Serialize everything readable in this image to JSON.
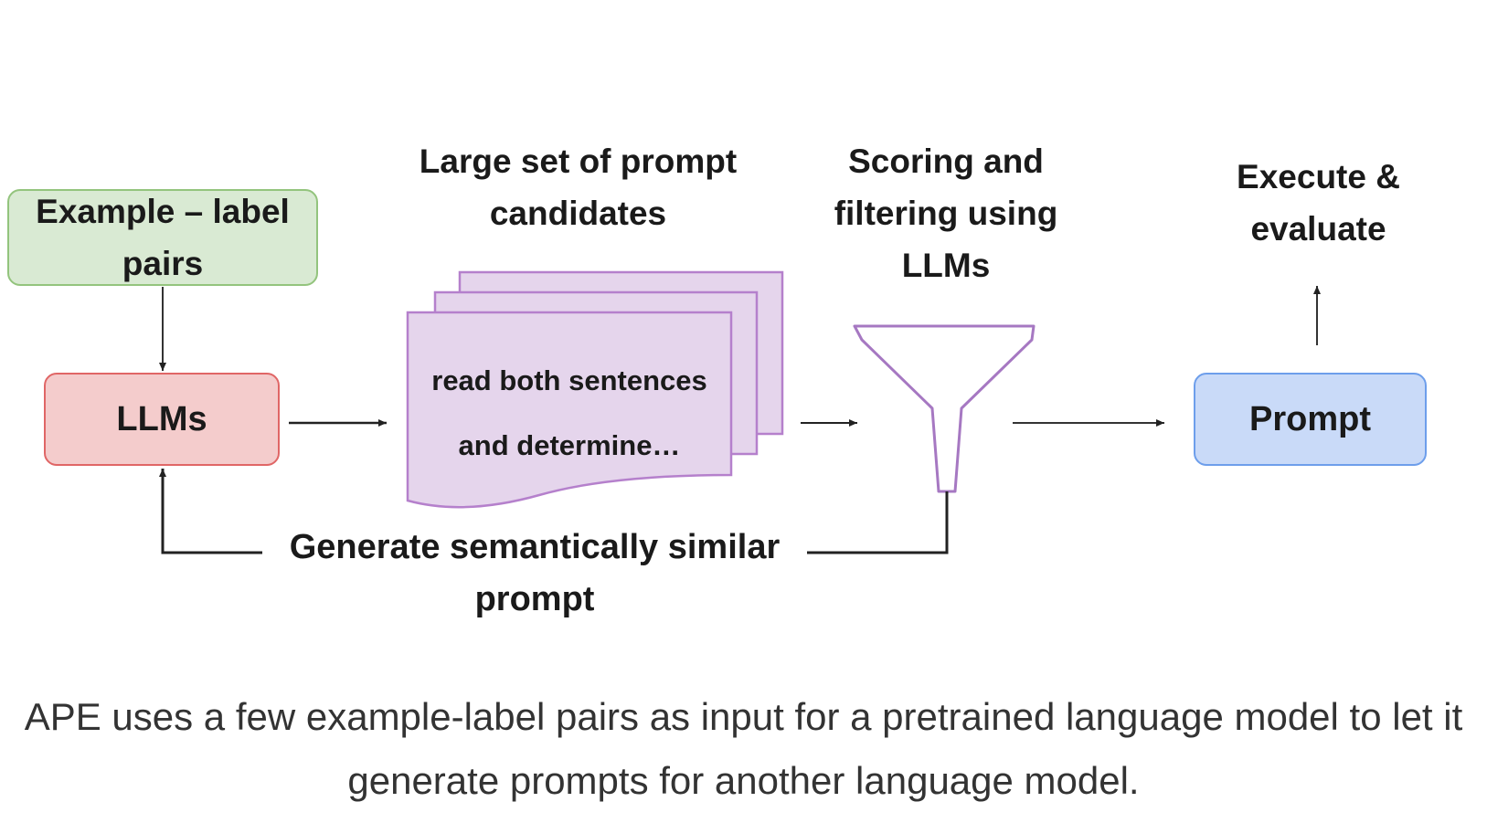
{
  "nodes": {
    "examples": "Example – label pairs",
    "llms": "LLMs",
    "prompt": "Prompt"
  },
  "stages": {
    "candidates_heading": "Large set of prompt candidates",
    "candidate_text": "read both sentences and determine…",
    "scoring_heading": "Scoring and filtering using LLMs",
    "evaluate_heading": "Execute & evaluate"
  },
  "feedback": {
    "label": "Generate semantically similar prompt"
  },
  "caption": "APE uses a few example-label pairs as input for a pretrained language model to let it generate prompts for another language model.",
  "colors": {
    "examples_fill": "#d9ead3",
    "examples_border": "#93c47d",
    "llms_fill": "#f4cccc",
    "llms_border": "#e06666",
    "prompt_fill": "#c9daf8",
    "prompt_border": "#6d9eeb",
    "document_fill": "#e5d5ec",
    "document_border": "#b580cc",
    "funnel_border": "#a678c2"
  },
  "icons": {
    "documents": "stacked-documents-icon",
    "funnel": "funnel-icon"
  }
}
